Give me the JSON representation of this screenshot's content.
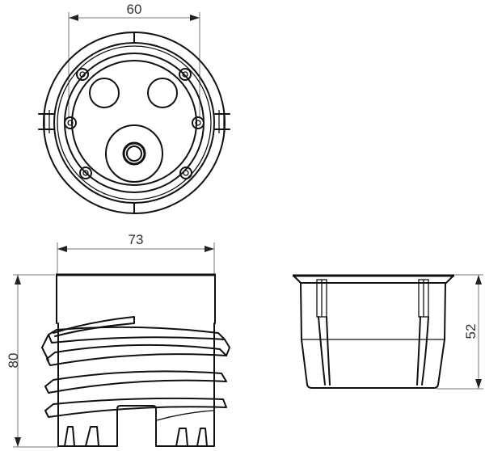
{
  "drawing": {
    "views": [
      {
        "name": "top-view",
        "dimension_label": "60",
        "dimension_orientation": "horizontal"
      },
      {
        "name": "side-view-threaded",
        "dimension_labels": {
          "width": "73",
          "height": "80"
        }
      },
      {
        "name": "side-view-section",
        "dimension_label": "52",
        "dimension_orientation": "vertical"
      }
    ]
  },
  "labels": {
    "top_width": "60",
    "body_width": "73",
    "body_height": "80",
    "section_height": "52"
  },
  "colors": {
    "line": "#111111",
    "dimension_line": "#777777",
    "text": "#333333",
    "background": "#ffffff"
  }
}
